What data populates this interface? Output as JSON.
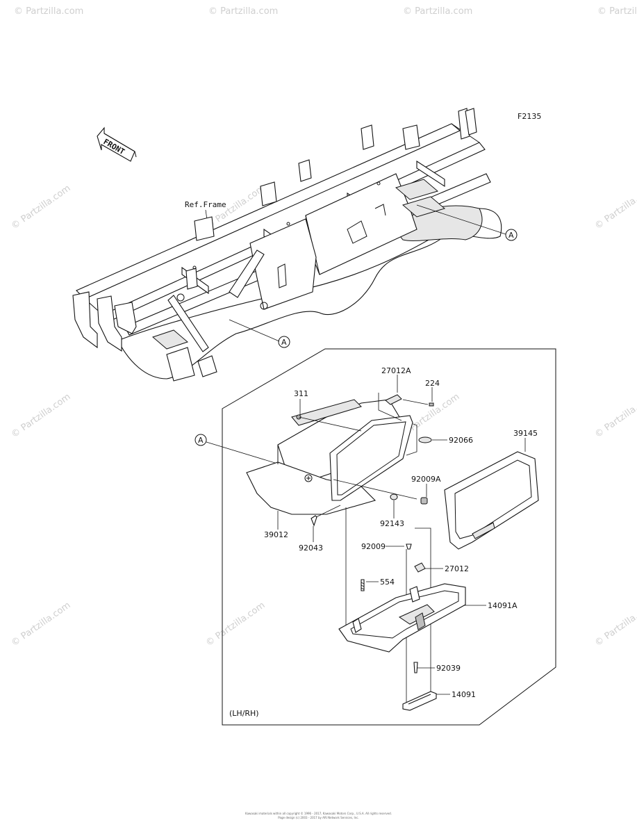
{
  "diagram_code": "F2135",
  "front_arrow_label": "FRONT",
  "ref_frame_label": "Ref.Frame",
  "ref_marker": "A",
  "variant_label": "(LH/RH)",
  "watermark": "© Partzilla.com",
  "parts": {
    "p27012A": "27012A",
    "p224": "224",
    "p311": "311",
    "p92066": "92066",
    "p39145": "39145",
    "p92009A": "92009A",
    "p92143": "92143",
    "p39012": "39012",
    "p92043": "92043",
    "p92009": "92009",
    "p27012": "27012",
    "p554": "554",
    "p14091A": "14091A",
    "p92039": "92039",
    "p14091": "14091"
  },
  "copyright_line1": "Kawasaki materials within all copyright © 1996 - 2017, Kawasaki Motors Corp., U.S.A. All rights reserved.",
  "copyright_line2": "Page design (c) 2003 - 2017 by ARI Network Services, Inc."
}
